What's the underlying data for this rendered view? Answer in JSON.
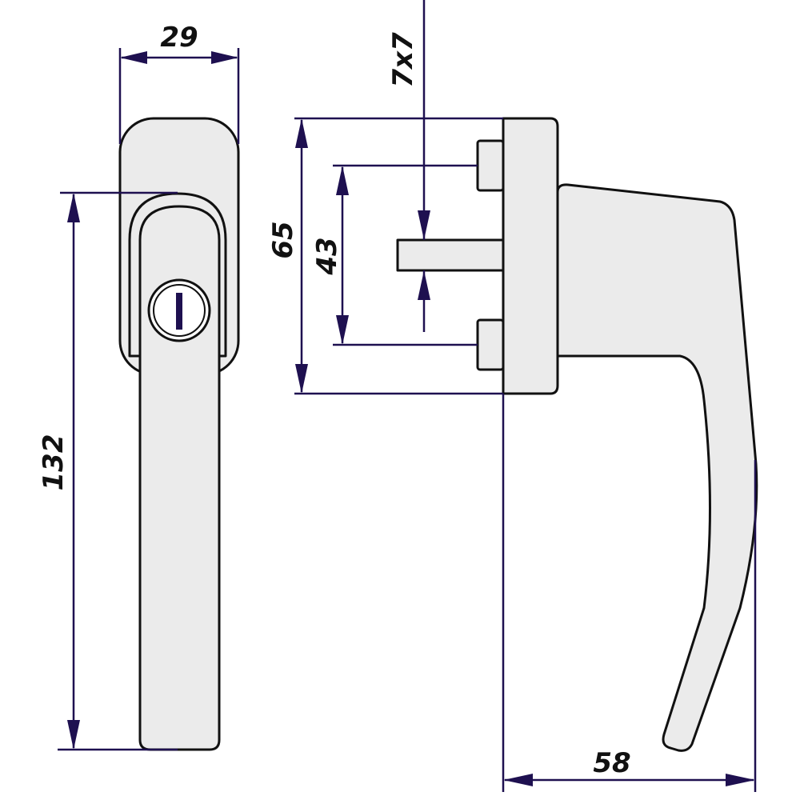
{
  "dimensions": {
    "width_front": "29",
    "height_total": "132",
    "base_height": "65",
    "screw_spacing": "43",
    "spindle": "7x7",
    "projection": "58"
  },
  "colors": {
    "part_fill": "#ebebeb",
    "dimension_line": "#1e1050",
    "outline": "#111111"
  }
}
